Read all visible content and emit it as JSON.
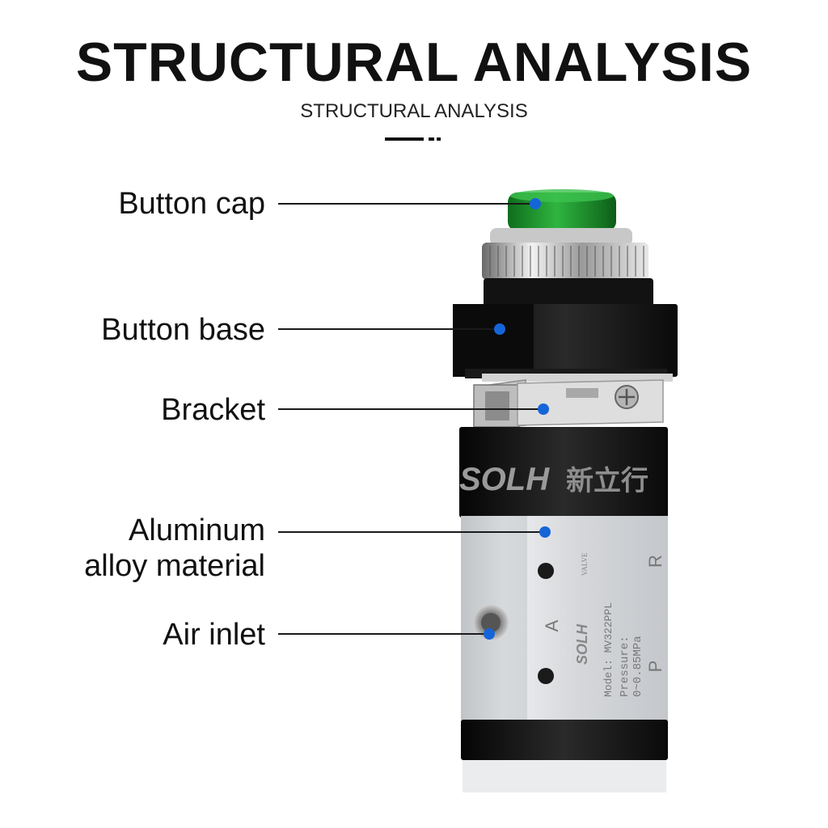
{
  "header": {
    "title": "STRUCTURAL ANALYSIS",
    "subtitle": "STRUCTURAL ANALYSIS"
  },
  "callouts": [
    {
      "label": "Button cap"
    },
    {
      "label": "Button base"
    },
    {
      "label": "Bracket"
    },
    {
      "label_line1": "Aluminum",
      "label_line2": "alloy material"
    },
    {
      "label": "Air inlet"
    }
  ],
  "product": {
    "brand_logo": "SOLH",
    "brand_chinese": "新立行",
    "body_logo": "SOLH",
    "body_small": "VALVE",
    "model_text": "Model: MV322PPL",
    "pressure_label": "Pressure:",
    "pressure_value": "0~0.85MPa",
    "port_r": "R",
    "port_a": "A",
    "port_p": "P"
  },
  "colors": {
    "accent_dot": "#1565d8",
    "cap_green": "#1f9a2e",
    "body_black": "#111111",
    "body_silver": "#d9dbde"
  }
}
